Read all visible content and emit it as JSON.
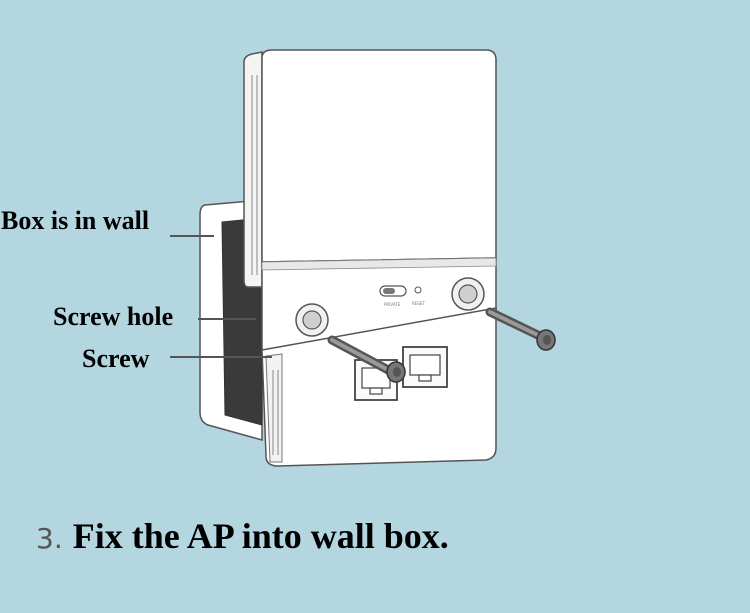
{
  "labels": {
    "box_in_wall": "Box is in wall",
    "screw_hole": "Screw hole",
    "screw": "Screw"
  },
  "device": {
    "button_text": "PRIVATE",
    "reset_text": "RESET"
  },
  "caption": {
    "number": "3.",
    "text": "Fix the AP into wall box."
  },
  "colors": {
    "background": "#b3d6e0",
    "device_body": "#ffffff",
    "outline": "#444444"
  }
}
